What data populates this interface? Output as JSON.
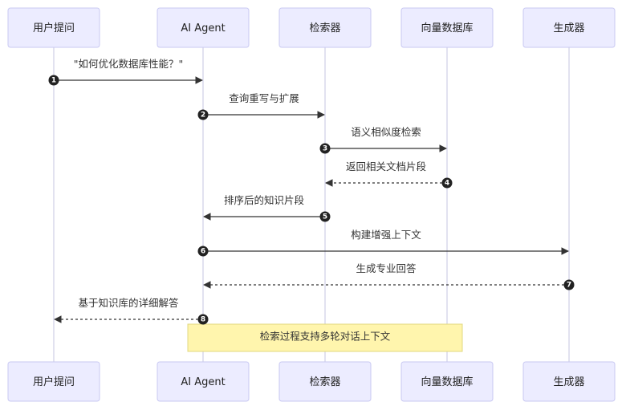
{
  "actors": [
    {
      "id": "user",
      "label": "用户提问"
    },
    {
      "id": "agent",
      "label": "AI Agent"
    },
    {
      "id": "retriever",
      "label": "检索器"
    },
    {
      "id": "vectordb",
      "label": "向量数据库"
    },
    {
      "id": "generator",
      "label": "生成器"
    }
  ],
  "messages": [
    {
      "num": "1",
      "from": "user",
      "to": "agent",
      "text": "\"如何优化数据库性能？\"",
      "dashed": false
    },
    {
      "num": "2",
      "from": "agent",
      "to": "retriever",
      "text": "查询重写与扩展",
      "dashed": false
    },
    {
      "num": "3",
      "from": "retriever",
      "to": "vectordb",
      "text": "语义相似度检索",
      "dashed": false
    },
    {
      "num": "4",
      "from": "vectordb",
      "to": "retriever",
      "text": "返回相关文档片段",
      "dashed": true
    },
    {
      "num": "5",
      "from": "retriever",
      "to": "agent",
      "text": "排序后的知识片段",
      "dashed": false
    },
    {
      "num": "6",
      "from": "agent",
      "to": "generator",
      "text": "构建增强上下文",
      "dashed": false
    },
    {
      "num": "7",
      "from": "generator",
      "to": "agent",
      "text": "生成专业回答",
      "dashed": true
    },
    {
      "num": "8",
      "from": "agent",
      "to": "user",
      "text": "基于知识库的详细解答",
      "dashed": true
    }
  ],
  "note": {
    "text": "检索过程支持多轮对话上下文",
    "over": [
      "agent",
      "vectordb"
    ]
  }
}
